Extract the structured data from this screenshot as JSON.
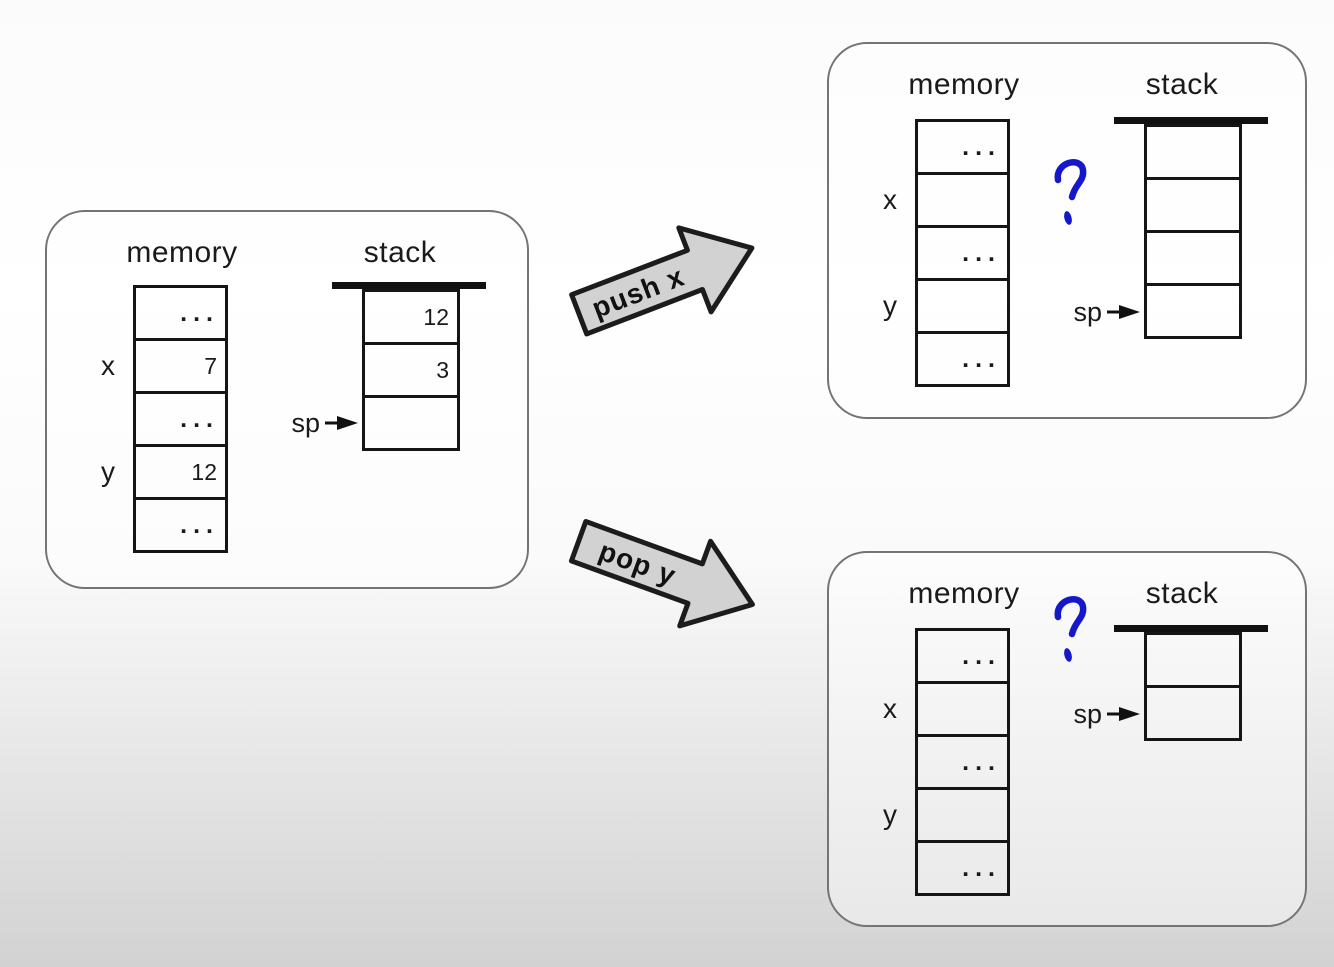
{
  "colors": {
    "annotation_blue": "#1418c8",
    "arrow_fill": "#d2d2d2",
    "arrow_outline": "#1c1c1c",
    "table_border": "#151515",
    "panel_border": "#747474"
  },
  "arrows": {
    "push_label": "push x",
    "pop_label": "pop y"
  },
  "panels": {
    "initial": {
      "memory_title": "memory",
      "stack_title": "stack",
      "sp_label": "sp",
      "memory_rows": [
        {
          "label": "",
          "value": "..."
        },
        {
          "label": "x",
          "value": "7"
        },
        {
          "label": "",
          "value": "..."
        },
        {
          "label": "y",
          "value": "12"
        },
        {
          "label": "",
          "value": "..."
        }
      ],
      "stack_rows": [
        {
          "value": "12"
        },
        {
          "value": "3"
        },
        {
          "value": ""
        }
      ]
    },
    "after_push_x": {
      "memory_title": "memory",
      "stack_title": "stack",
      "sp_label": "sp",
      "question_mark": "?",
      "memory_rows": [
        {
          "label": "",
          "value": "..."
        },
        {
          "label": "x",
          "value": ""
        },
        {
          "label": "",
          "value": "..."
        },
        {
          "label": "y",
          "value": ""
        },
        {
          "label": "",
          "value": "..."
        }
      ],
      "stack_rows": [
        {
          "value": ""
        },
        {
          "value": ""
        },
        {
          "value": ""
        },
        {
          "value": ""
        }
      ]
    },
    "after_pop_y": {
      "memory_title": "memory",
      "stack_title": "stack",
      "sp_label": "sp",
      "question_mark": "?",
      "memory_rows": [
        {
          "label": "",
          "value": "..."
        },
        {
          "label": "x",
          "value": ""
        },
        {
          "label": "",
          "value": "..."
        },
        {
          "label": "y",
          "value": ""
        },
        {
          "label": "",
          "value": "..."
        }
      ],
      "stack_rows": [
        {
          "value": ""
        },
        {
          "value": ""
        }
      ]
    }
  }
}
